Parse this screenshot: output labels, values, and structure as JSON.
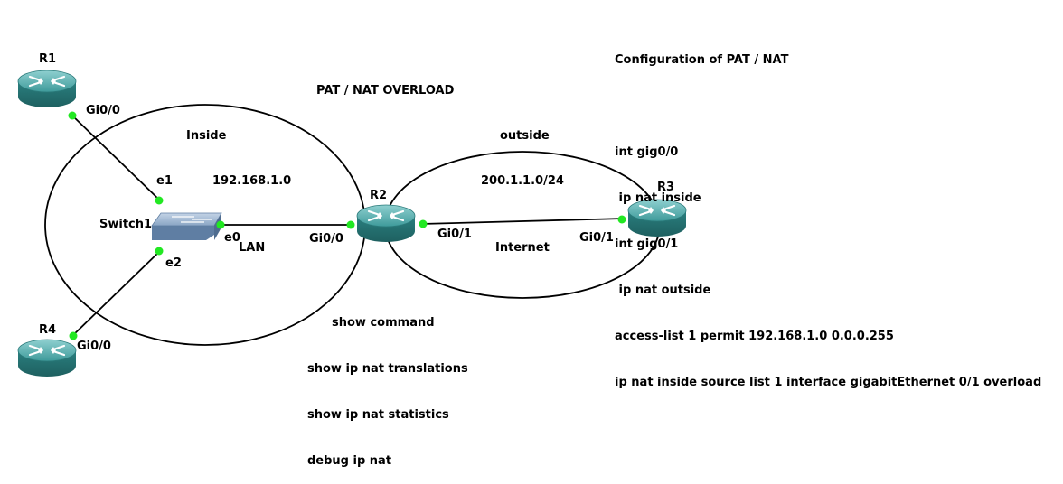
{
  "title": "PAT / NAT OVERLOAD",
  "zones": {
    "inside": "Inside",
    "outside": "outside",
    "lan": "LAN",
    "internet": "Internet",
    "inside_net": "192.168.1.0",
    "outside_net": "200.1.1.0/24"
  },
  "devices": {
    "r1": "R1",
    "r2": "R2",
    "r3": "R3",
    "r4": "R4",
    "switch": "Switch1"
  },
  "interfaces": {
    "r1_gi00": "Gi0/0",
    "r4_gi00": "Gi0/0",
    "sw_e1": "e1",
    "sw_e2": "e2",
    "sw_e0": "e0",
    "r2_gi00": "Gi0/0",
    "r2_gi01": "Gi0/1",
    "r3_gi01": "Gi0/1"
  },
  "config": {
    "heading": "Configuration of PAT / NAT",
    "lines": [
      "int gig0/0",
      " ip nat inside",
      "int gig0/1",
      " ip nat outside",
      "access-list 1 permit 192.168.1.0 0.0.0.255",
      "ip nat inside source list 1 interface gigabitEthernet 0/1 overload"
    ]
  },
  "show": {
    "heading": "show command",
    "lines": [
      "show ip nat translations",
      "show ip nat statistics",
      "debug ip nat"
    ]
  },
  "colors": {
    "router_body": "#2e8b8b",
    "router_top": "#5fb0b0",
    "switch_body": "#6f8fb3",
    "link_dot": "#22e822",
    "line": "#000000"
  }
}
